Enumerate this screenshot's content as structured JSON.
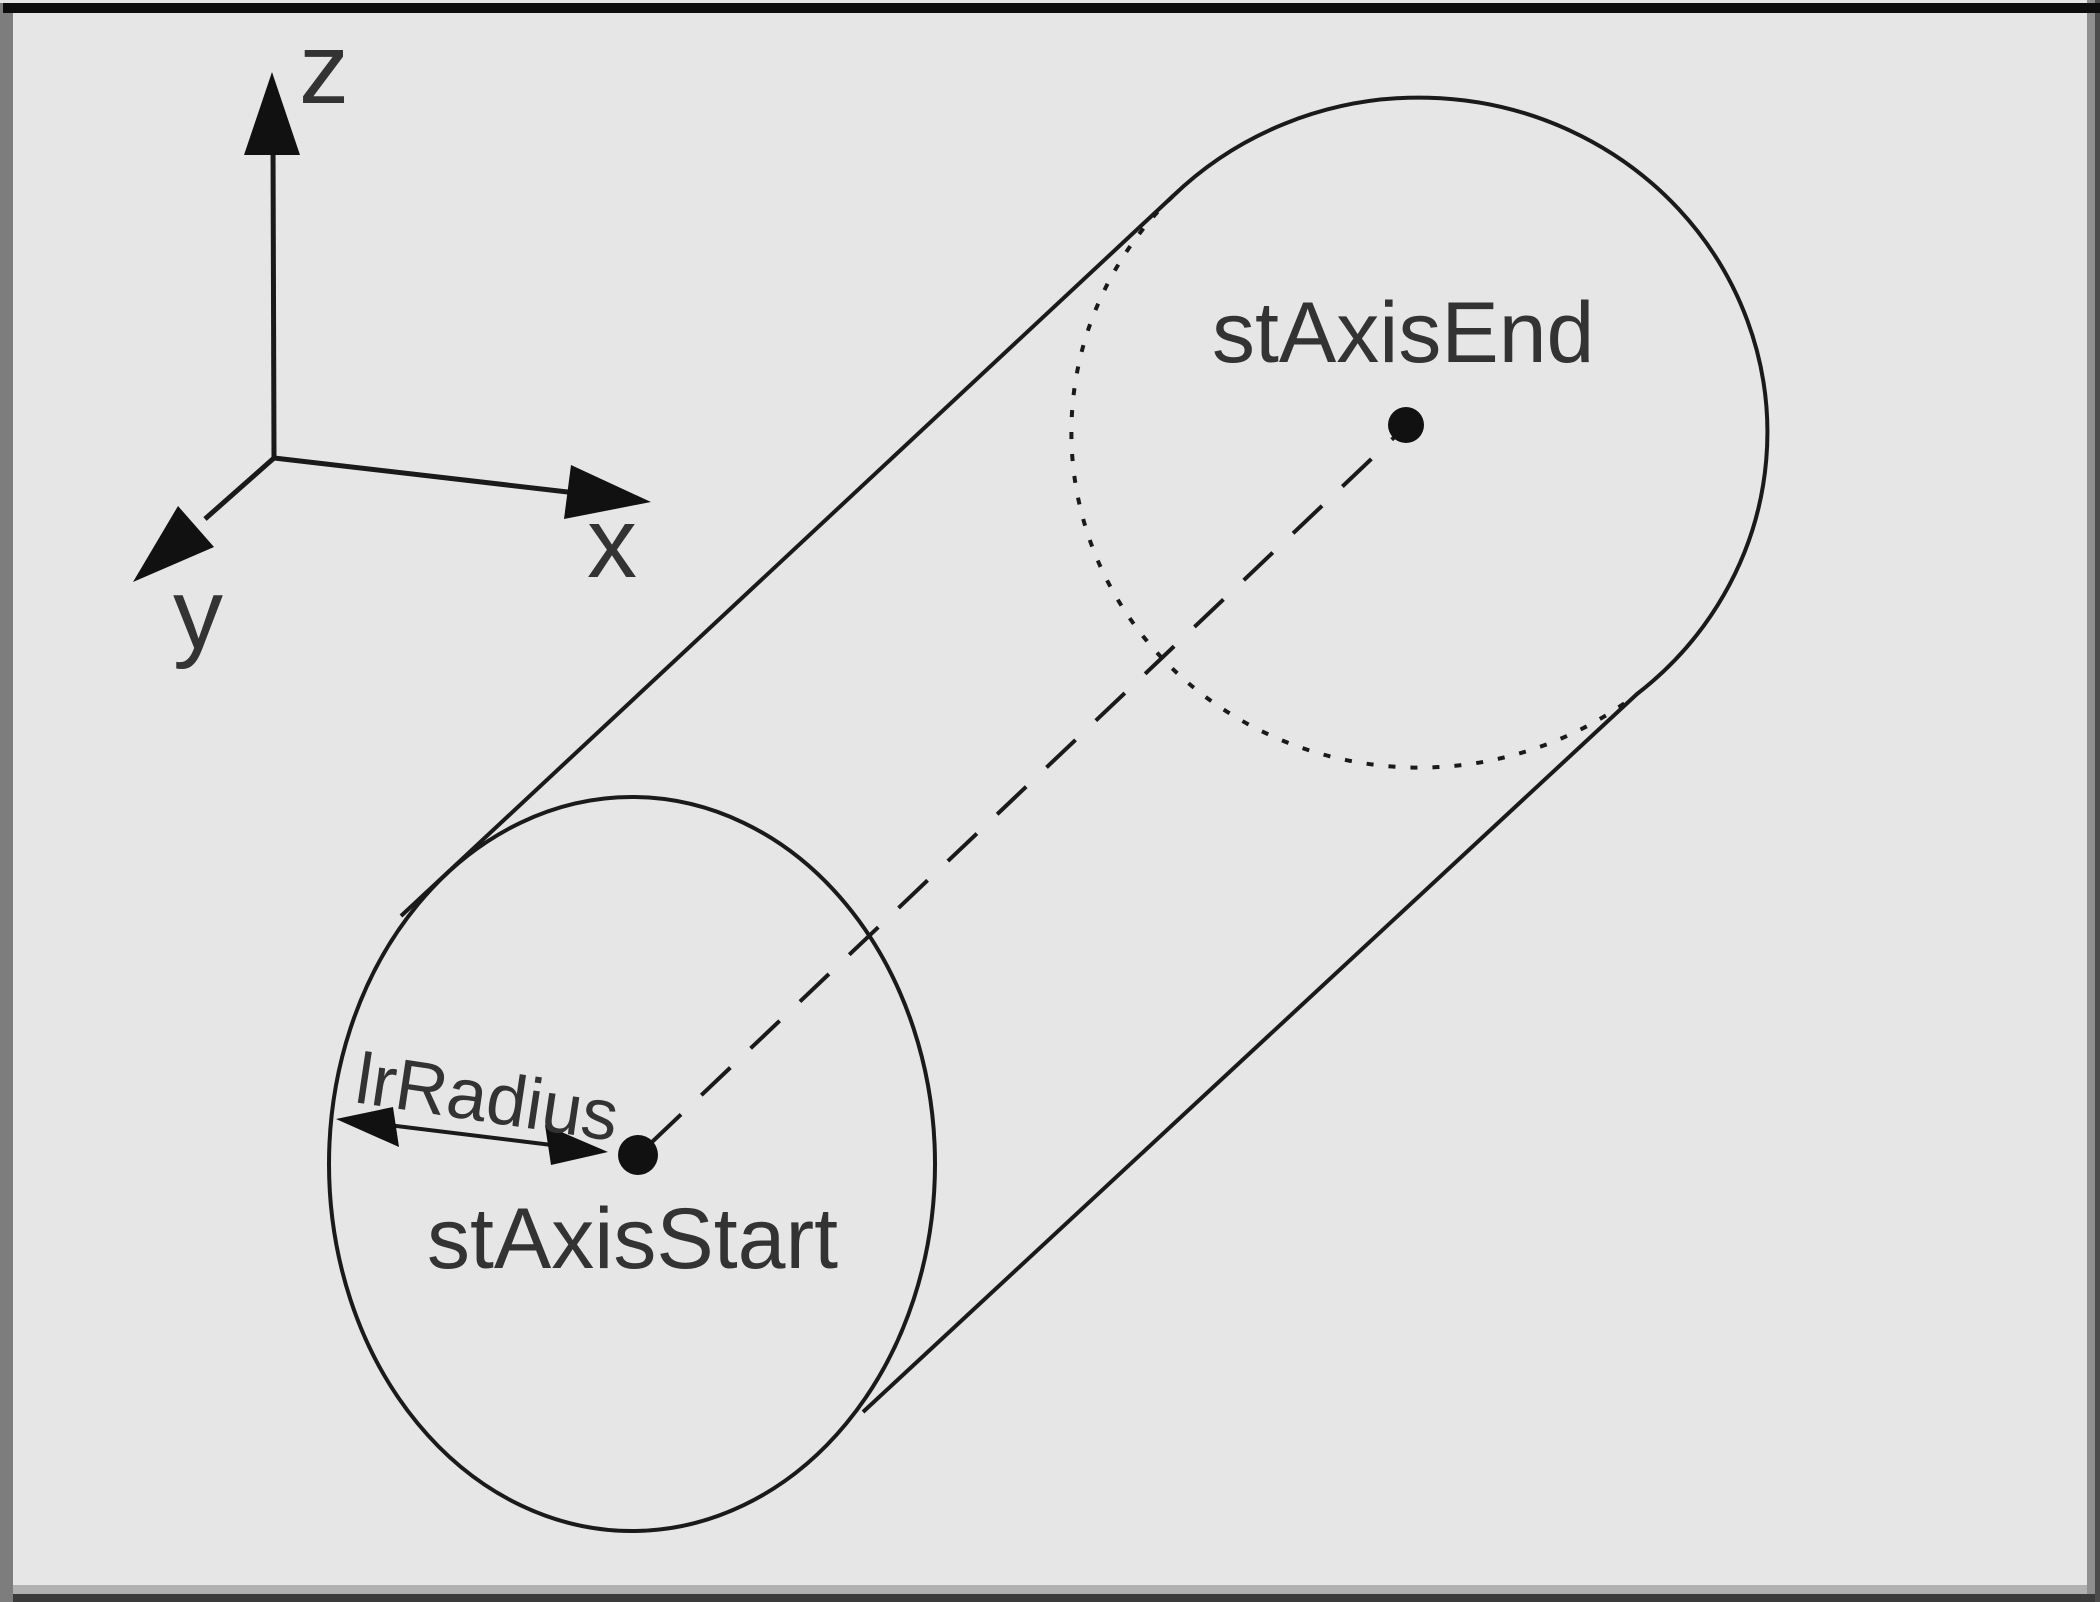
{
  "figure": {
    "description": "Wireframe diagram of a cylinder defined by an axis start point, axis end point and a radius, with a 3D coordinate system",
    "labels": {
      "axis_start_point": "stAxisStart",
      "axis_end_point": "stAxisEnd",
      "radius": "lrRadius"
    },
    "axes": {
      "x": "x",
      "y": "y",
      "z": "z"
    },
    "colors": {
      "background": "#e6e6e6",
      "line": "#1a1a1a",
      "text": "#333333",
      "border_top": "#0d0d0d",
      "border_left": "#7d7d7d",
      "border_right": "#8f8f8f",
      "border_bottom": "#3a3a3a"
    }
  }
}
